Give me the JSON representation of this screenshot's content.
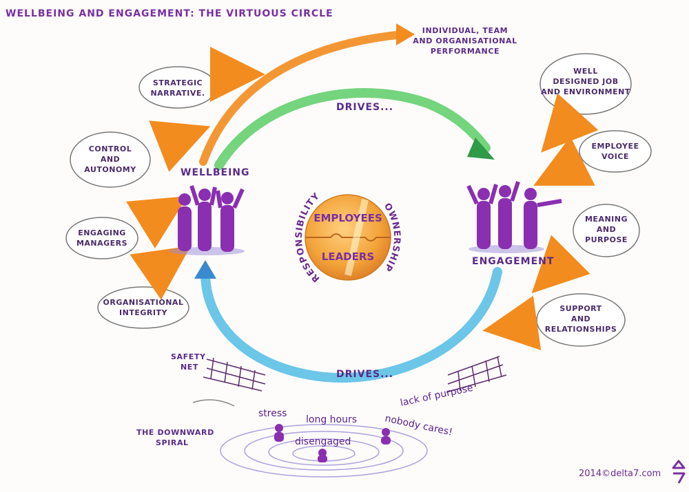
{
  "title": "WELLBEING AND ENGAGEMENT: THE VIRTUOUS CIRCLE",
  "outcome": [
    "INDIVIDUAL, TEAM",
    "AND ORGANISATIONAL",
    "PERFORMANCE"
  ],
  "left_inputs": [
    [
      "STRATEGIC",
      "NARRATIVE."
    ],
    [
      "CONTROL",
      "AND",
      "AUTONOMY"
    ],
    [
      "ENGAGING",
      "MANAGERS"
    ],
    [
      "ORGANISATIONAL",
      "INTEGRITY"
    ]
  ],
  "right_inputs": [
    [
      "WELL",
      "DESIGNED JOB",
      "AND ENVIRONMENT"
    ],
    [
      "EMPLOYEE",
      "VOICE"
    ],
    [
      "MEANING",
      "AND",
      "PURPOSE"
    ],
    [
      "SUPPORT",
      "AND",
      "RELATIONSHIPS"
    ]
  ],
  "nodes": {
    "wellbeing": "WELLBEING",
    "engagement": "ENGAGEMENT"
  },
  "drives_top": "DRIVES...",
  "drives_bottom": "DRIVES...",
  "center": {
    "top": "EMPLOYEES",
    "bottom": "LEADERS",
    "left_arc": "RESPONSIBILITY",
    "right_arc": "OWNERSHIP"
  },
  "safety_net": [
    "SAFETY",
    "NET"
  ],
  "downward_spiral": [
    "THE DOWNWARD",
    "SPIRAL"
  ],
  "spiral_words": [
    "stress",
    "long hours",
    "disengaged",
    "lack of purpose",
    "nobody cares!"
  ],
  "copyright": "2014©delta7.com",
  "colors": {
    "title": "#7a2fa0",
    "people": "#8a2fb0",
    "orange": "#f28c1e",
    "green": "#5fcf6a",
    "blue": "#4ab8e0",
    "center": "#f3a43a"
  }
}
